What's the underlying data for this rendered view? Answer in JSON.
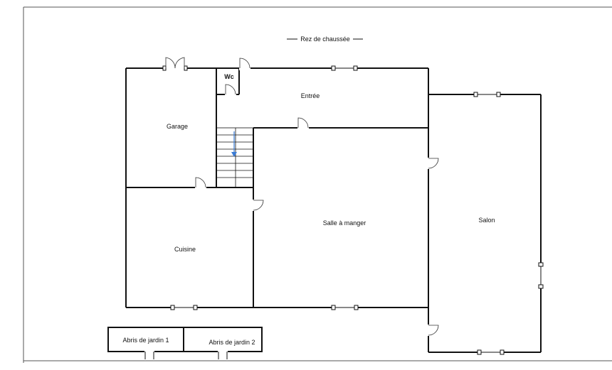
{
  "plan": {
    "title": "Rez de chaussée",
    "rooms": {
      "wc": "Wc",
      "entree": "Entrée",
      "garage": "Garage",
      "cuisine": "Cuisine",
      "salle": "Salle à manger",
      "salon": "Salon",
      "abris1": "Abris de jardin 1",
      "abris2": "Abris de jardin 2"
    },
    "colors": {
      "wall": "#111111",
      "stair_arrow": "#3a7bd5"
    }
  }
}
